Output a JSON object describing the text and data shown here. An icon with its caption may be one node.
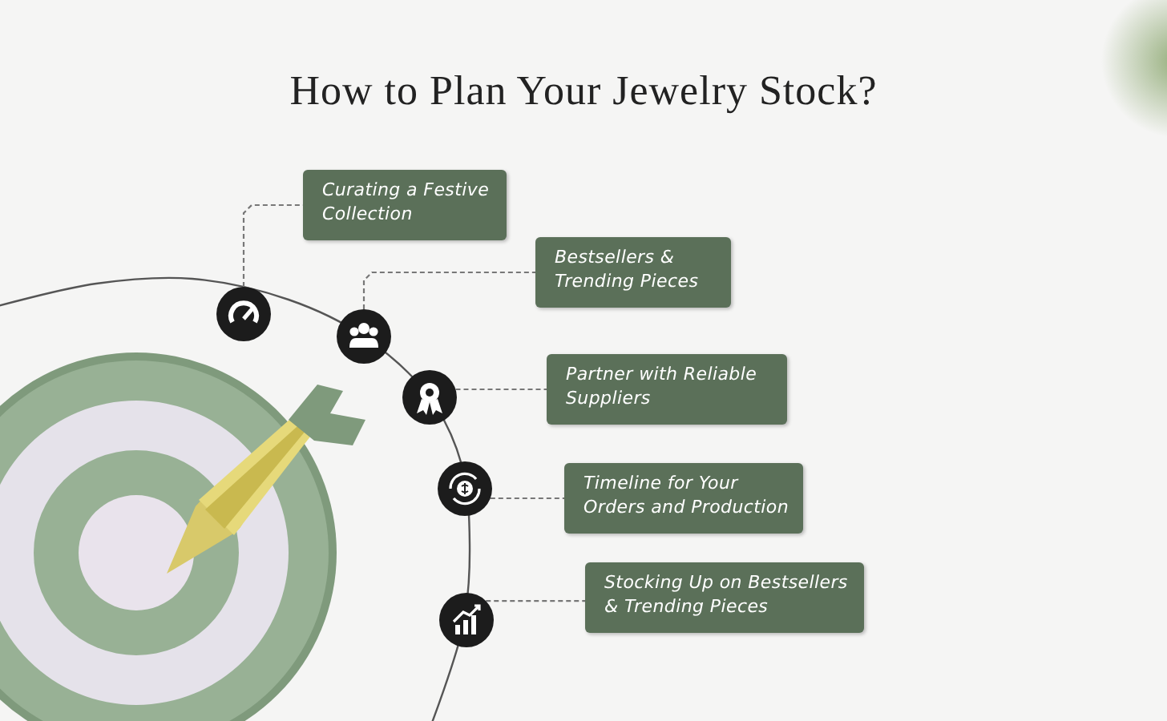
{
  "diagram": {
    "title": "How to Plan Your Jewelry Stock?",
    "nodes": [
      {
        "text": [
          "Curating a Festive Collection"
        ]
      },
      {
        "text": [
          "Bestsellers & Trending Pieces"
        ]
      },
      {
        "text": [
          "Partner with Reliable Suppliers"
        ]
      },
      {
        "text": [
          "Timeline for Your Orders and Production"
        ]
      },
      {
        "text": [
          "Stocking Up on Bestsellers & Trending Pieces"
        ]
      },
      {
        "text": [],
        "shape": "circle"
      },
      {
        "text": [],
        "shape": "circle"
      },
      {
        "text": [],
        "shape": "circle"
      },
      {
        "text": [],
        "shape": "circle"
      },
      {
        "text": [],
        "shape": "circle"
      }
    ],
    "edges": [
      {
        "from": 5,
        "to": 0,
        "arrow": "none",
        "style": "dashed"
      },
      {
        "from": 6,
        "to": 1,
        "arrow": "none",
        "style": "dashed"
      },
      {
        "from": 7,
        "to": 2,
        "arrow": "none",
        "style": "dashed"
      },
      {
        "from": 8,
        "to": 3,
        "arrow": "none",
        "style": "dashed"
      },
      {
        "from": 9,
        "to": 4,
        "arrow": "none",
        "style": "dashed"
      }
    ]
  }
}
